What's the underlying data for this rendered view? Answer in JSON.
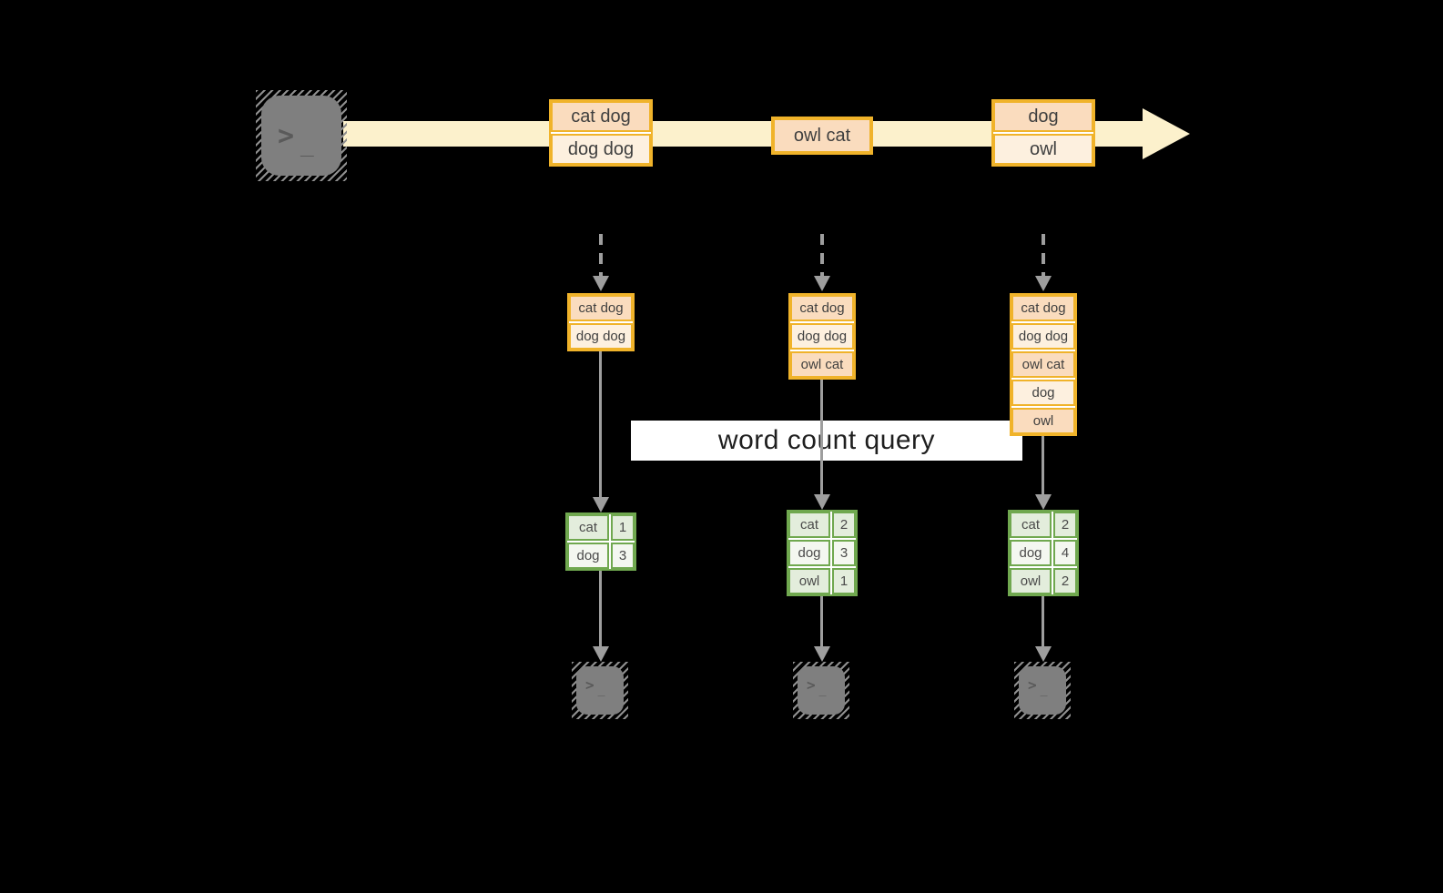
{
  "banner": {
    "label": "word count query"
  },
  "stream": {
    "batches": [
      {
        "rows": [
          "cat dog",
          "dog dog"
        ]
      },
      {
        "rows": [
          "owl cat"
        ]
      },
      {
        "rows": [
          "dog",
          "owl"
        ]
      }
    ]
  },
  "states": [
    {
      "rows": [
        "cat dog",
        "dog dog"
      ]
    },
    {
      "rows": [
        "cat dog",
        "dog dog",
        "owl cat"
      ]
    },
    {
      "rows": [
        "cat dog",
        "dog dog",
        "owl cat",
        "dog",
        "owl"
      ]
    }
  ],
  "counts": [
    {
      "rows": [
        [
          "cat",
          "1"
        ],
        [
          "dog",
          "3"
        ]
      ]
    },
    {
      "rows": [
        [
          "cat",
          "2"
        ],
        [
          "dog",
          "3"
        ],
        [
          "owl",
          "1"
        ]
      ]
    },
    {
      "rows": [
        [
          "cat",
          "2"
        ],
        [
          "dog",
          "4"
        ],
        [
          "owl",
          "2"
        ]
      ]
    }
  ],
  "icons": {
    "terminal_prompt": ">",
    "terminal_underscore": "_"
  },
  "colors": {
    "stream_band": "#FCF1CC",
    "record_border": "#F0B32A",
    "record_fill_dark": "#FADCBE",
    "record_fill_light": "#FDF0DF",
    "table_border": "#70A84F",
    "table_fill_green": "#E3EDDC",
    "table_fill_light": "#F4F7F0",
    "arrow_gray": "#9E9E9E"
  }
}
